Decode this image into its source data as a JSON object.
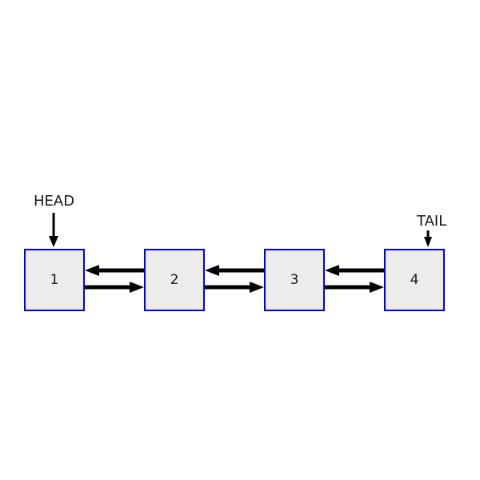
{
  "diagram": {
    "title": "doubly-linked-list",
    "background": "#ffffff",
    "node_fill": "#ececec",
    "node_border": "#0000ff",
    "arrow_color": "#000000",
    "text_color": "#1a1a1a",
    "nodes": [
      {
        "label": "1"
      },
      {
        "label": "2"
      },
      {
        "label": "3"
      },
      {
        "label": "4"
      }
    ],
    "pointers": [
      {
        "label": "HEAD",
        "target": "1"
      },
      {
        "label": "TAIL",
        "target": "4"
      }
    ],
    "links": [
      {
        "from": "1",
        "to": "2",
        "prev_label": "",
        "next_label": ""
      },
      {
        "from": "2",
        "to": "3",
        "prev_label": "",
        "next_label": ""
      },
      {
        "from": "3",
        "to": "4",
        "prev_label": "",
        "next_label": ""
      }
    ]
  }
}
